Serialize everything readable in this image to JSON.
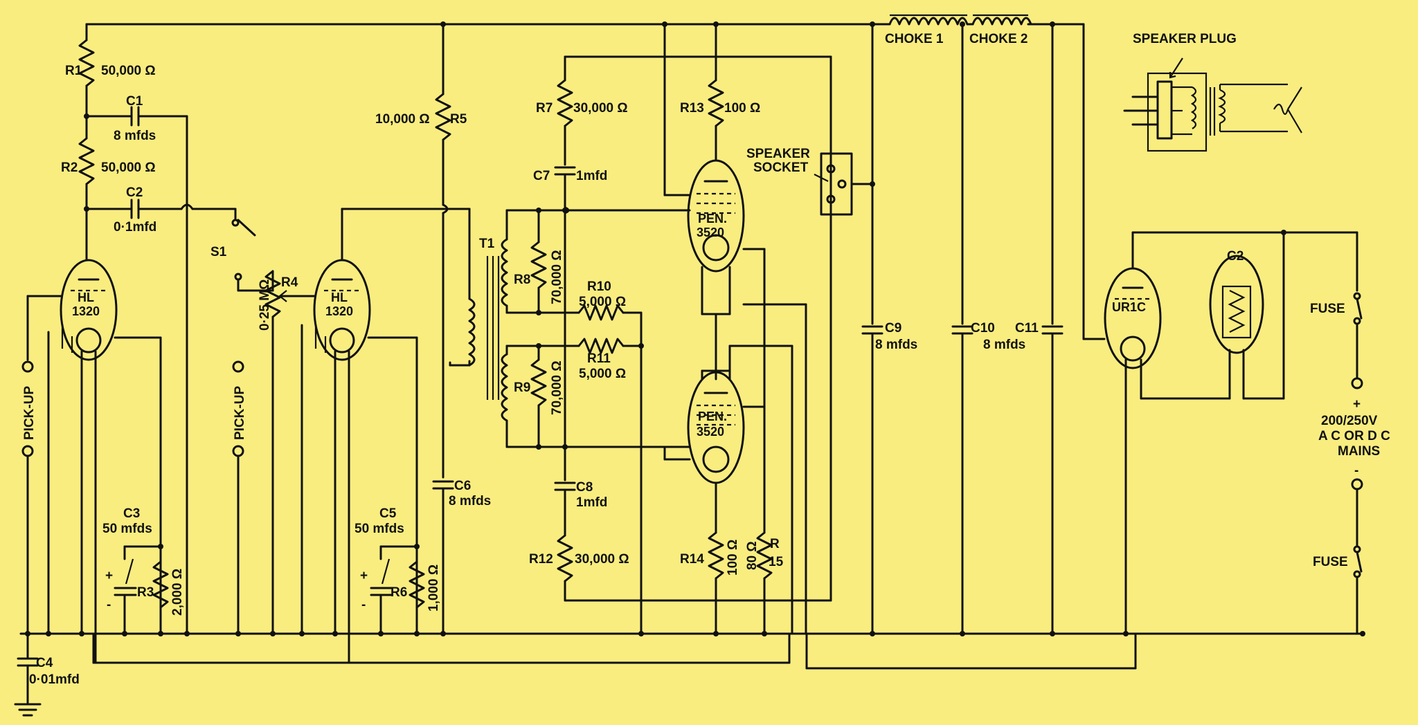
{
  "stage1": {
    "r1": {
      "name": "R1",
      "value": "50,000 Ω"
    },
    "r2": {
      "name": "R2",
      "value": "50,000 Ω"
    },
    "c1": {
      "name": "C1",
      "value": "8 mfds"
    },
    "c2": {
      "name": "C2",
      "value": "0·1mfd"
    },
    "c3": {
      "name": "C3",
      "value": "50 mfds"
    },
    "r3": {
      "name": "R3",
      "value": "2,000 Ω"
    },
    "c4": {
      "name": "C4",
      "value": "0·01mfd"
    },
    "tube_line1": "HL",
    "tube_line2": "1320",
    "pickup": "PICK-UP"
  },
  "stage2": {
    "s1": "S1",
    "r4": {
      "name": "R4",
      "value": "0·25 MΩ"
    },
    "tube_line1": "HL",
    "tube_line2": "1320",
    "c5": {
      "name": "C5",
      "value": "50 mfds"
    },
    "r6": {
      "name": "R6",
      "value": "1,000 Ω"
    },
    "pickup": "PICK-UP",
    "r5": {
      "name": "R5",
      "value": "10,000 Ω"
    },
    "c6": {
      "name": "C6",
      "value": "8 mfds"
    }
  },
  "phase": {
    "t1": "T1",
    "r7": {
      "name": "R7",
      "value": "30,000 Ω"
    },
    "c7": {
      "name": "C7",
      "value": "1mfd"
    },
    "r8": {
      "name": "R8",
      "value": "70,000 Ω"
    },
    "r9": {
      "name": "R9",
      "value": "70,000 Ω"
    },
    "r10": {
      "name": "R10",
      "value": "5,000 Ω"
    },
    "r11": {
      "name": "R11",
      "value": "5,000 Ω"
    },
    "c8": {
      "name": "C8",
      "value": "1mfd"
    },
    "r12": {
      "name": "R12",
      "value": "30,000 Ω"
    }
  },
  "output": {
    "r13": {
      "name": "R13",
      "value": "100 Ω"
    },
    "tube_line1": "PEN.",
    "tube_line2": "3520",
    "r14": {
      "name": "R14",
      "value": "100 Ω"
    },
    "r15": {
      "name": "R",
      "name2": "15",
      "value": "80 Ω"
    },
    "speaker_socket_line1": "SPEAKER",
    "speaker_socket_line2": "SOCKET"
  },
  "power": {
    "choke1": "CHOKE 1",
    "choke2": "CHOKE 2",
    "c9": {
      "name": "C9",
      "value": "8 mfds"
    },
    "c10": "C10",
    "c11": "C11",
    "c10_11_value": "8 mfds",
    "rectifier": "UR1C",
    "c2_ballast": "C2",
    "fuse_top": "FUSE",
    "fuse_bottom": "FUSE",
    "plus": "+",
    "minus": "-",
    "mains_line1": "200/250V",
    "mains_line2": "A C OR D C",
    "mains_line3": "MAINS"
  },
  "speaker_plug": "SPEAKER PLUG"
}
